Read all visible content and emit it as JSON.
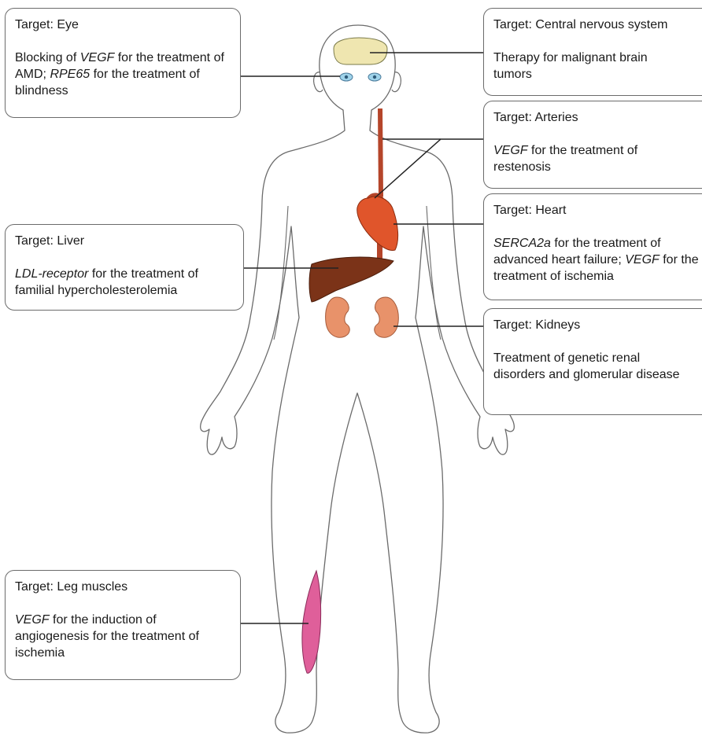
{
  "targets": [
    {
      "id": "eye",
      "title": "Target: Eye",
      "parts": [
        {
          "t": "Blocking of ",
          "i": false
        },
        {
          "t": "VEGF",
          "i": true
        },
        {
          "t": " for the treatment of AMD; ",
          "i": false
        },
        {
          "t": "RPE65",
          "i": true
        },
        {
          "t": " for the treatment of blindness",
          "i": false
        }
      ]
    },
    {
      "id": "cns",
      "title": "Target: Central nervous system",
      "parts": [
        {
          "t": "Therapy for malignant brain tumors",
          "i": false
        }
      ]
    },
    {
      "id": "arteries",
      "title": "Target: Arteries",
      "parts": [
        {
          "t": "VEGF",
          "i": true
        },
        {
          "t": " for the treatment of restenosis",
          "i": false
        }
      ]
    },
    {
      "id": "liver",
      "title": "Target: Liver",
      "parts": [
        {
          "t": "LDL-receptor",
          "i": true
        },
        {
          "t": " for the treatment of familial hypercholesterolemia",
          "i": false
        }
      ]
    },
    {
      "id": "heart",
      "title": "Target: Heart",
      "parts": [
        {
          "t": "SERCA2a",
          "i": true
        },
        {
          "t": " for the treatment of advanced heart failure; ",
          "i": false
        },
        {
          "t": "VEGF",
          "i": true
        },
        {
          "t": " for the treatment of ischemia",
          "i": false
        }
      ]
    },
    {
      "id": "kidneys",
      "title": "Target: Kidneys",
      "parts": [
        {
          "t": "Treatment of genetic renal disorders and glomerular disease",
          "i": false
        }
      ]
    },
    {
      "id": "leg-muscles",
      "title": "Target: Leg muscles",
      "parts": [
        {
          "t": "VEGF",
          "i": true
        },
        {
          "t": " for the induction of angiogenesis for the treatment of ischemia",
          "i": false
        }
      ]
    }
  ],
  "colors": {
    "outline": "#6b6b6b",
    "box_border": "#6b6b6b",
    "connector": "#222222",
    "brain": "#efe6b0",
    "eye": "#9fd3ea",
    "artery": "#b5452a",
    "heart": "#e0552b",
    "liver": "#7b3318",
    "kidney": "#e8926a",
    "muscle": "#df5f9a"
  }
}
